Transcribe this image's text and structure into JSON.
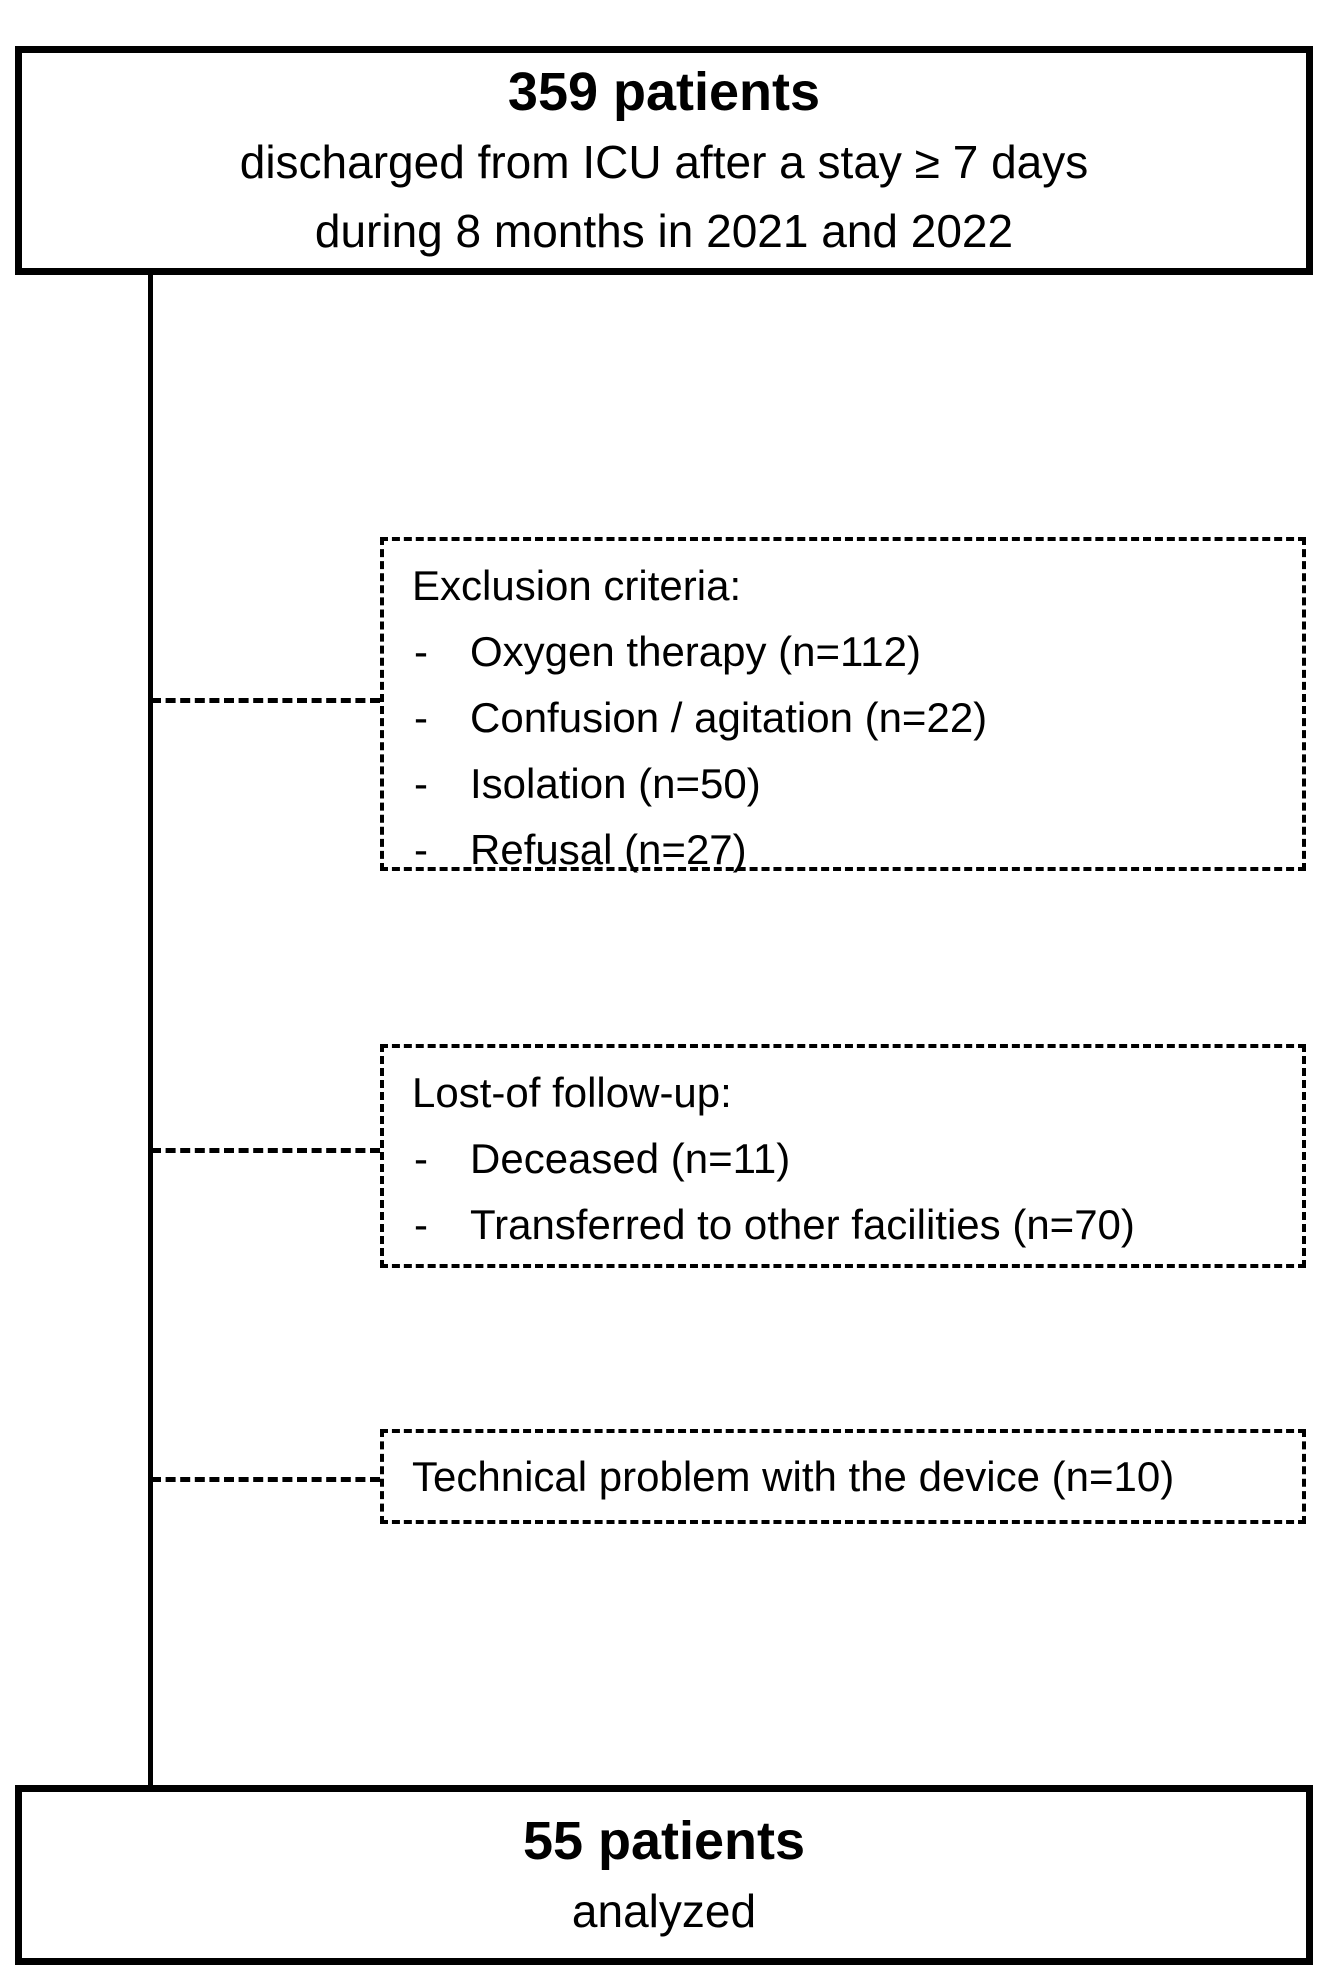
{
  "diagram": {
    "background": "#ffffff",
    "line_color": "#000000",
    "bullet_char": "-",
    "top_box": {
      "title": "359 patients",
      "lines": [
        "discharged from ICU after a stay ≥ 7 days",
        "during 8 months in 2021 and 2022"
      ]
    },
    "branches": [
      {
        "heading": "Exclusion criteria:",
        "items": [
          "Oxygen therapy (n=112)",
          "Confusion / agitation (n=22)",
          "Isolation (n=50)",
          "Refusal (n=27)"
        ]
      },
      {
        "heading": "Lost-of follow-up:",
        "items": [
          "Deceased (n=11)",
          "Transferred to other facilities (n=70)"
        ]
      },
      {
        "text": "Technical problem with the device (n=10)"
      }
    ],
    "bottom_box": {
      "title": "55 patients",
      "subtitle": "analyzed"
    }
  }
}
